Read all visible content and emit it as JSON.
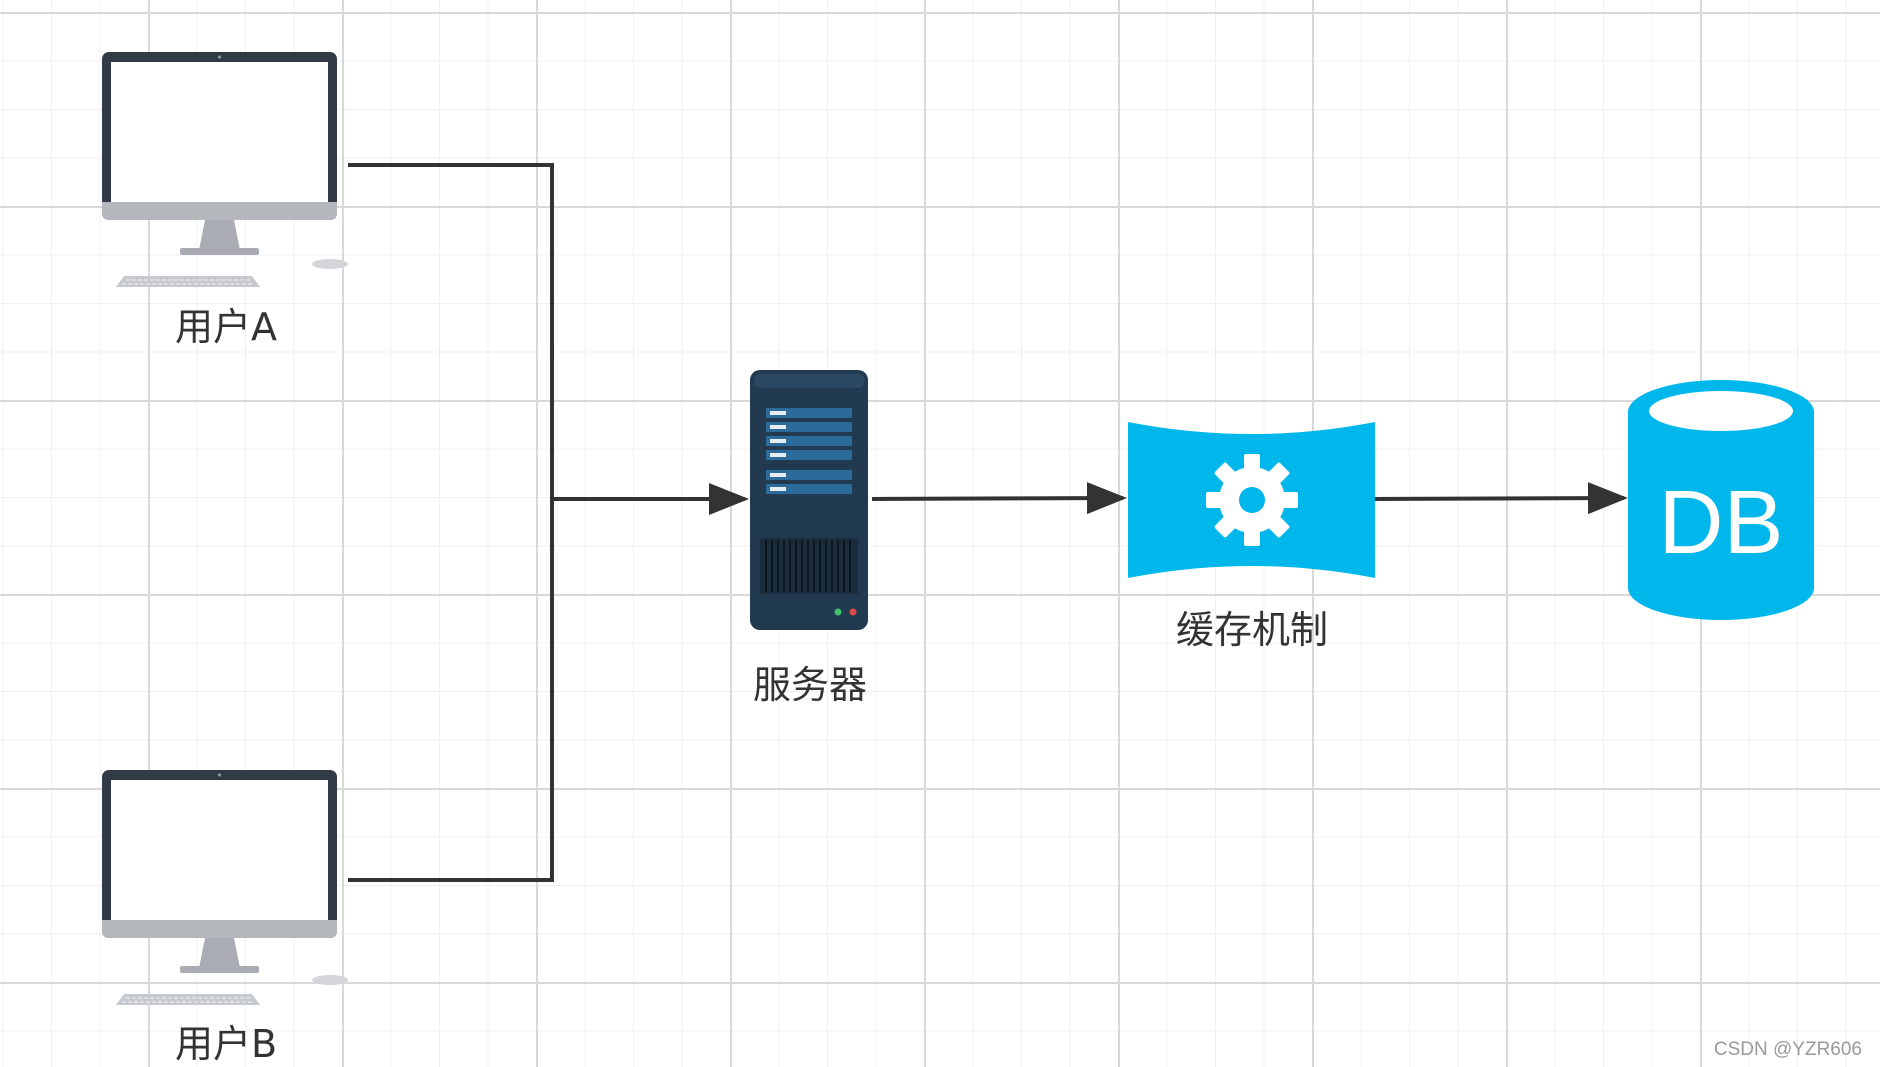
{
  "nodes": {
    "user_a": {
      "label": "用户A",
      "icon": "desktop-computer-icon"
    },
    "user_b": {
      "label": "用户B",
      "icon": "desktop-computer-icon"
    },
    "server": {
      "label": "服务器",
      "icon": "server-rack-icon"
    },
    "cache": {
      "label": "缓存机制",
      "icon": "gear-icon"
    },
    "database": {
      "label": "DB",
      "icon": "database-cylinder-icon"
    }
  },
  "edges": [
    {
      "from": "user_a",
      "to": "server"
    },
    {
      "from": "user_b",
      "to": "server"
    },
    {
      "from": "server",
      "to": "cache"
    },
    {
      "from": "cache",
      "to": "database"
    }
  ],
  "watermark": "CSDN @YZR606",
  "colors": {
    "connector": "#333333",
    "monitor_frame": "#333a47",
    "server_body": "#223a4f",
    "server_slot": "#2c6a9a",
    "cache_fill": "#00b7ec",
    "db_fill": "#00b7ec"
  }
}
